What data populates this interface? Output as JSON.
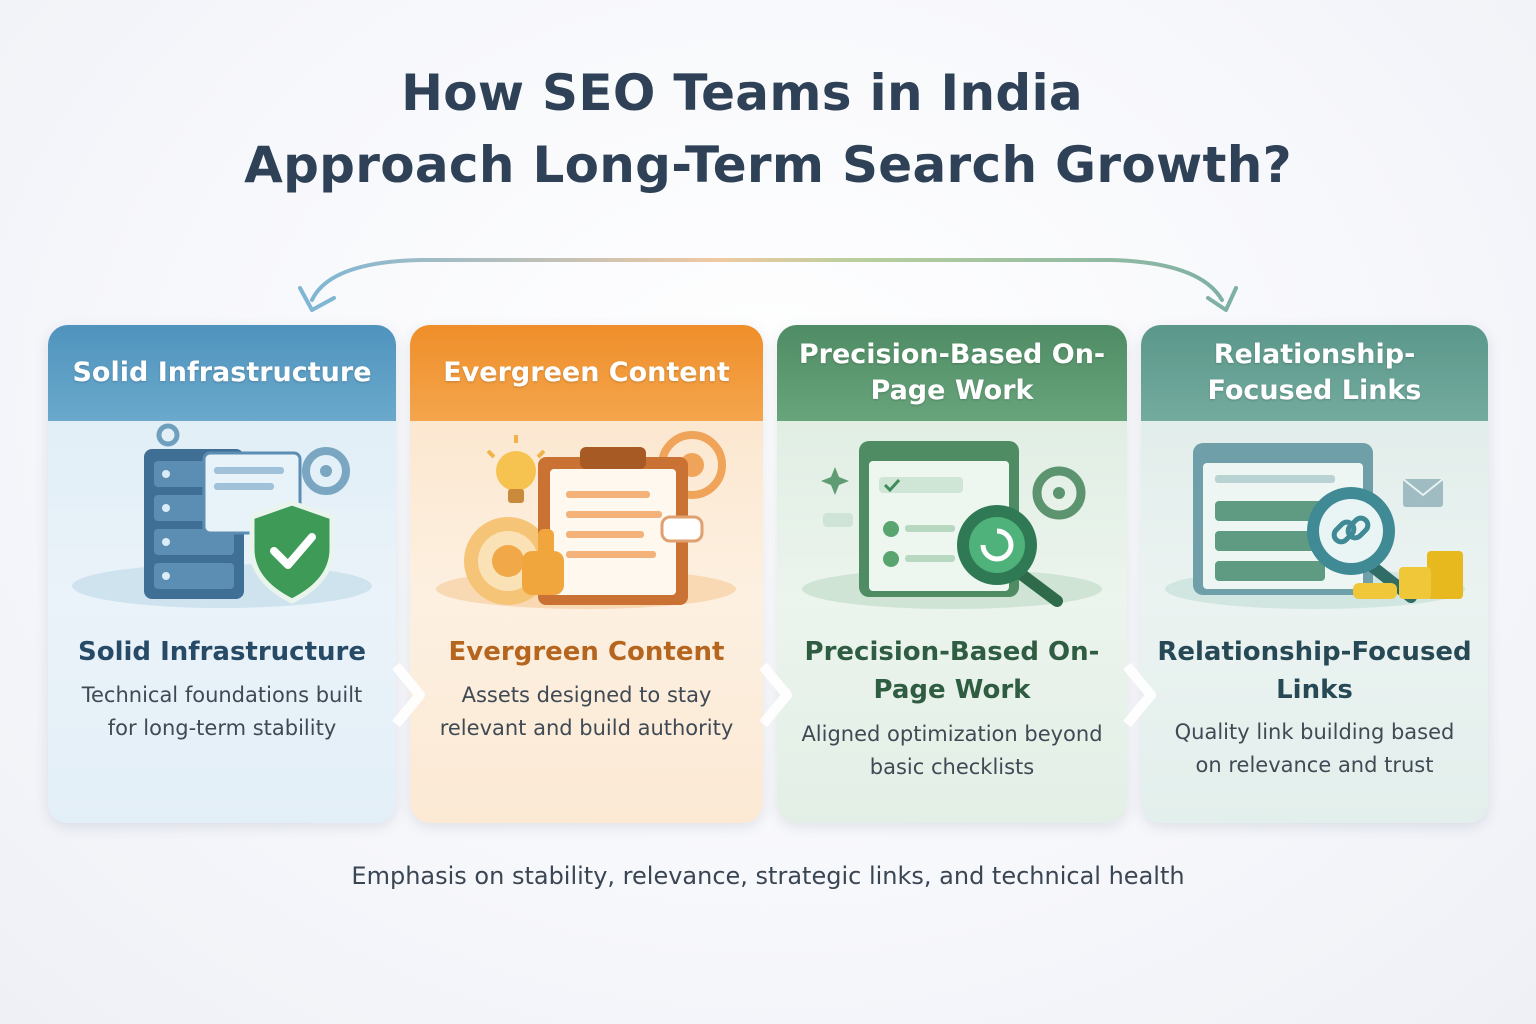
{
  "title": {
    "line1": "How SEO Teams in India",
    "line2": "Approach Long-Term Search Growth?"
  },
  "cards": [
    {
      "header": "Solid Infrastructure",
      "title": "Solid Infrastructure",
      "description": "Technical foundations built for long-term stability",
      "accent": "#5b9ec6",
      "icons": [
        "server-icon",
        "shield-check-icon",
        "gear-icon"
      ]
    },
    {
      "header": "Evergreen Content",
      "title": "Evergreen Content",
      "description": "Assets designed to stay relevant and build authority",
      "accent": "#f29a38",
      "icons": [
        "clipboard-icon",
        "lightbulb-icon",
        "target-icon",
        "thumbs-up-icon"
      ]
    },
    {
      "header": "Precision-Based On-Page Work",
      "title": "Precision-Based On-Page Work",
      "description": "Aligned optimization beyond basic checklists",
      "accent": "#5a9870",
      "icons": [
        "browser-window-icon",
        "checklist-icon",
        "magnifier-icon",
        "gear-icon"
      ]
    },
    {
      "header": "Relationship-Focused Links",
      "title": "Relationship-Focused Links",
      "description": "Quality link building based on relevance and trust",
      "accent": "#65a195",
      "icons": [
        "browser-window-icon",
        "link-magnifier-icon",
        "envelope-icon",
        "coins-icon"
      ]
    }
  ],
  "footer": "Emphasis on stability, relevance, strategic links, and technical health"
}
